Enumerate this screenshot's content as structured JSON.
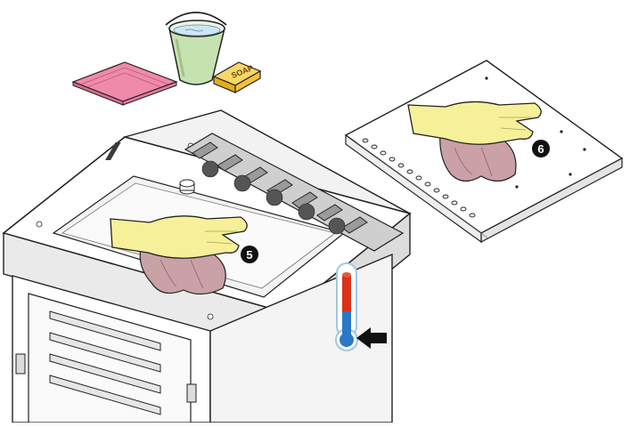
{
  "steps": {
    "step5": "5",
    "step6": "6"
  },
  "soap_label": "SOAP",
  "colors": {
    "bucket": "#c7e2b1",
    "water": "#cfe6f2",
    "cloth_pink": "#ef8aa8",
    "soap": "#f3c23b",
    "glove": "#f6f09a",
    "rag": "#c9a1a6",
    "thermo_red": "#d9331c",
    "thermo_blue": "#2a78c8",
    "outline": "#222222"
  },
  "icons": [
    "bucket-icon",
    "cloth-icon",
    "soap-icon",
    "glove-icon",
    "thermometer-icon",
    "arrow-icon"
  ]
}
